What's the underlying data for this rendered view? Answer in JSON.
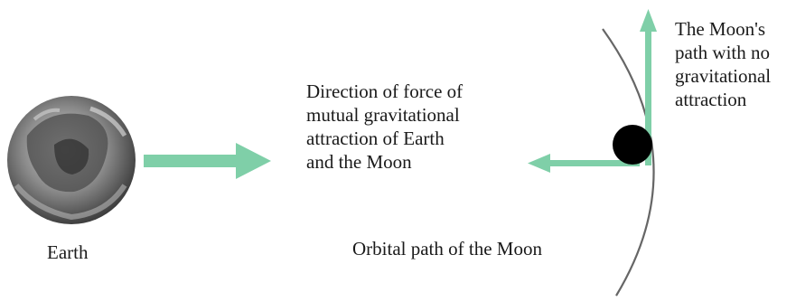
{
  "diagram": {
    "force_label_lines": [
      "Direction of force of",
      "mutual gravitational",
      "attraction of Earth",
      "and the Moon"
    ],
    "moon_path_label_lines": [
      "The Moon's",
      "path with no",
      "gravitational",
      "attraction"
    ],
    "earth_label": "Earth",
    "orbit_label": "Orbital path of the Moon"
  },
  "colors": {
    "arrow": "#7fcfa8",
    "orbit": "#666666",
    "moon": "#000000",
    "text": "#1a1a1a"
  },
  "icons": {
    "earth": "earth-globe-icon",
    "moon": "moon-icon"
  }
}
